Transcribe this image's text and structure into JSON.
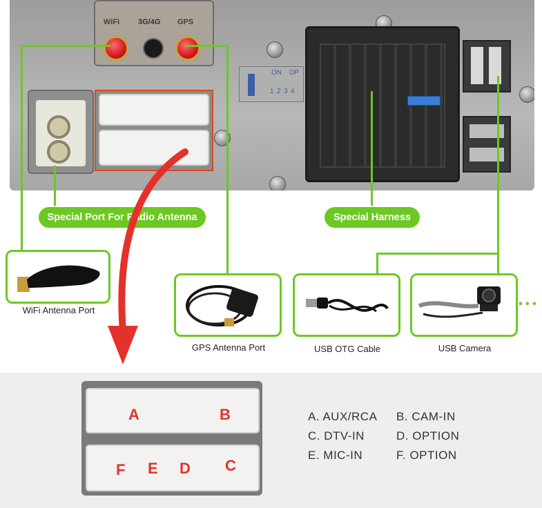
{
  "colors": {
    "accent_green": "#6cc823",
    "arrow_red": "#e4312b",
    "text_dark": "#222222"
  },
  "top_labels": {
    "wifi": "WiFi",
    "band": "3G/4G",
    "gps": "GPS"
  },
  "dip_switch": {
    "on": "ON",
    "dp": "DP",
    "numbers": [
      "1",
      "2",
      "3",
      "4"
    ]
  },
  "callouts": {
    "radio_antenna": "Special Port For Radio Antenna",
    "harness": "Special Harness"
  },
  "accessories": [
    {
      "label": "WiFi Antenna Port",
      "icon": "wifi-antenna-icon"
    },
    {
      "label": "GPS Antenna Port",
      "icon": "gps-antenna-icon"
    },
    {
      "label": "USB OTG Cable",
      "icon": "usb-cable-icon"
    },
    {
      "label": "USB Camera",
      "icon": "usb-camera-icon"
    }
  ],
  "more": "• • •",
  "connector_letters": [
    "A",
    "B",
    "F",
    "E",
    "D",
    "C"
  ],
  "legend": [
    [
      "A. AUX/RCA",
      "B. CAM-IN"
    ],
    [
      "C. DTV-IN",
      "D. OPTION"
    ],
    [
      "E. MIC-IN",
      "F. OPTION"
    ]
  ]
}
